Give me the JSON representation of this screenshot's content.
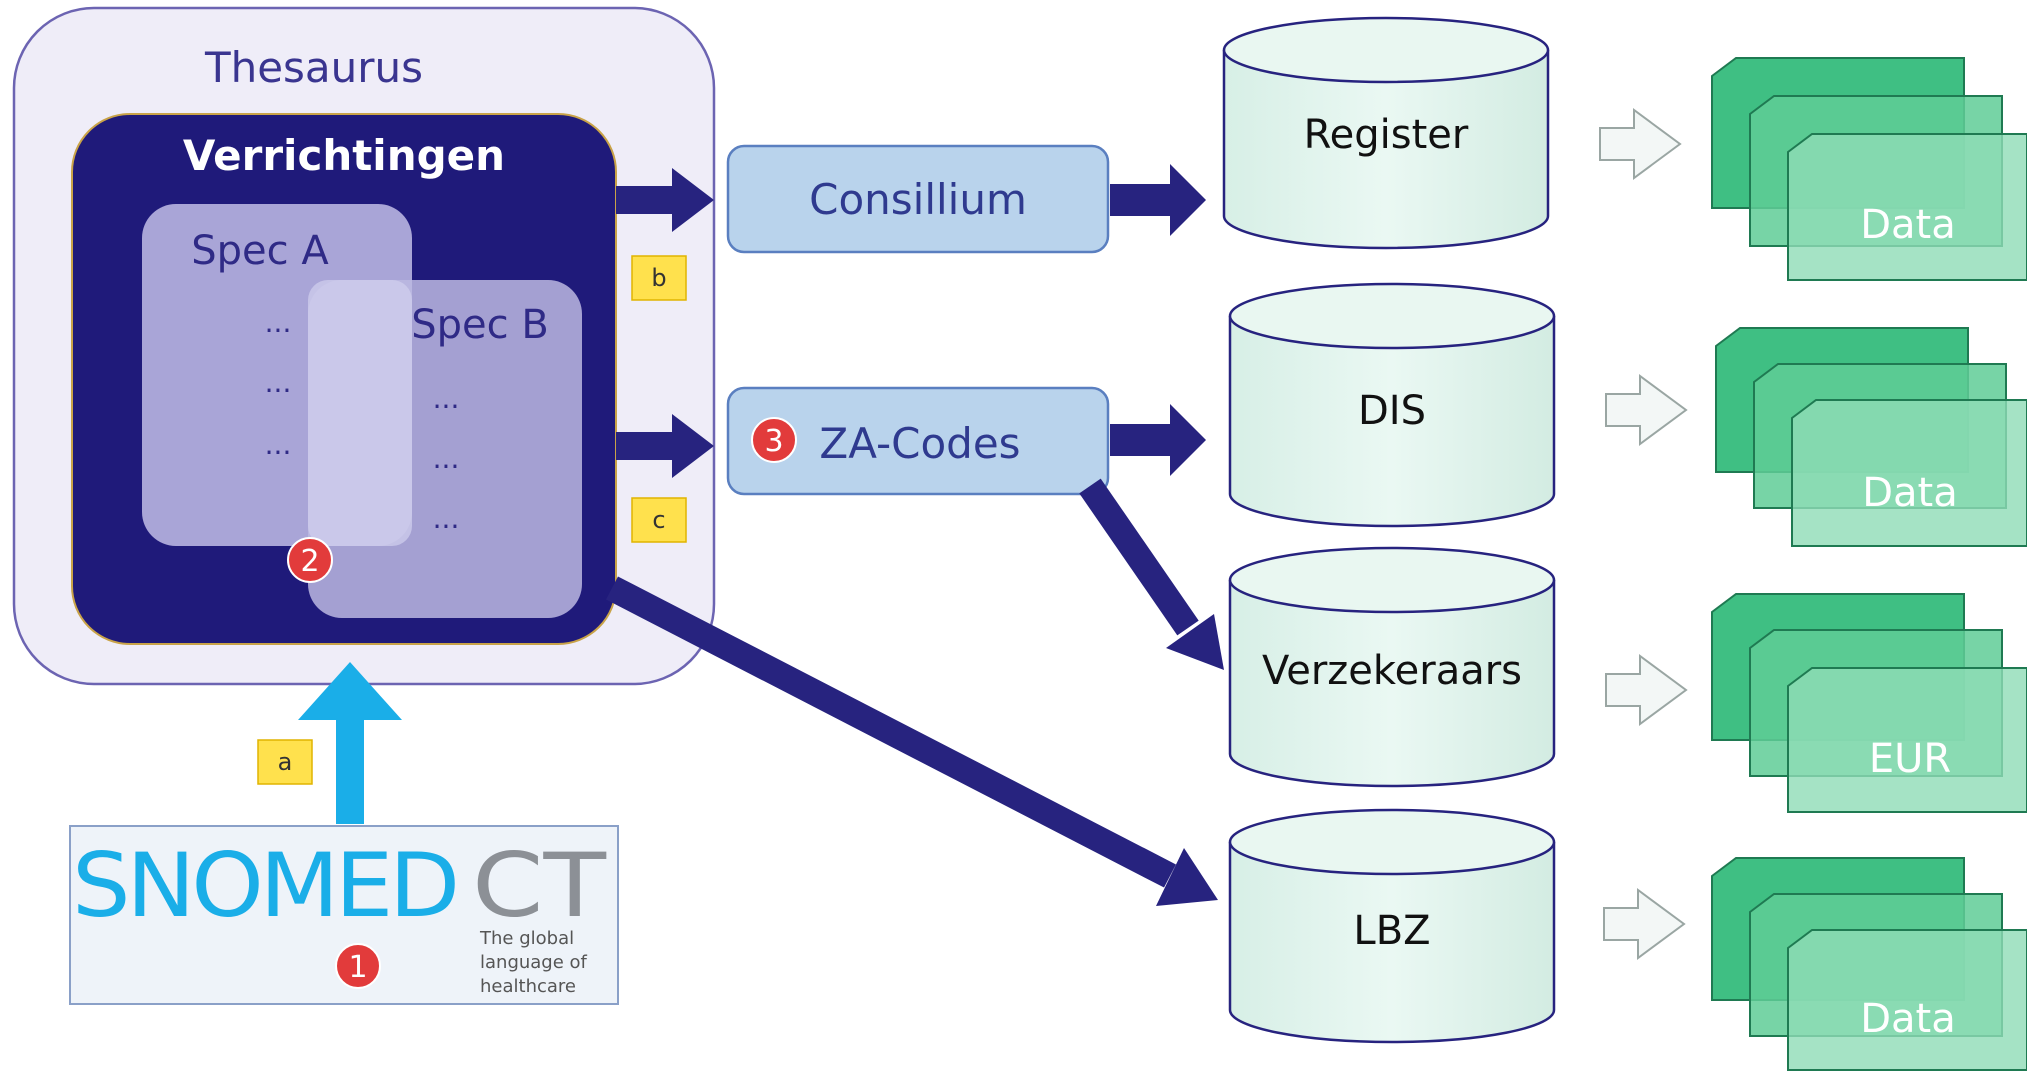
{
  "thesaurus": {
    "title": "Thesaurus"
  },
  "verrichtingen": {
    "title": "Verrichtingen"
  },
  "spec_a": {
    "title": "Spec A",
    "items": [
      "...",
      "...",
      "..."
    ]
  },
  "spec_b": {
    "title": "Spec B",
    "items": [
      "...",
      "...",
      "..."
    ]
  },
  "badges": {
    "one": "1",
    "two": "2",
    "three": "3"
  },
  "tags": {
    "a": "a",
    "b": "b",
    "c": "c"
  },
  "consillium": {
    "label": "Consillium"
  },
  "za_codes": {
    "label": "ZA-Codes"
  },
  "databases": [
    {
      "label": "Register",
      "output": "Data"
    },
    {
      "label": "DIS",
      "output": "Data"
    },
    {
      "label": "Verzekeraars",
      "output": "EUR"
    },
    {
      "label": "LBZ",
      "output": "Data"
    }
  ],
  "snomed": {
    "logo_part1": "SNOMED",
    "logo_part2": "CT",
    "tagline": [
      "The global",
      "language of",
      "healthcare"
    ]
  },
  "colors": {
    "navy": "#1f1a7a",
    "arrow_navy": "#27237f",
    "thesaurus_fill": "#efedf8",
    "spec_fill": "#aaa6d8",
    "box_blue": "#b9d3ec",
    "db_fill": "#e2f4ee",
    "data_green": "#3fbf83",
    "badge_red": "#e23b3b",
    "tag_yellow": "#ffe14d",
    "up_arrow": "#1aaee8"
  }
}
